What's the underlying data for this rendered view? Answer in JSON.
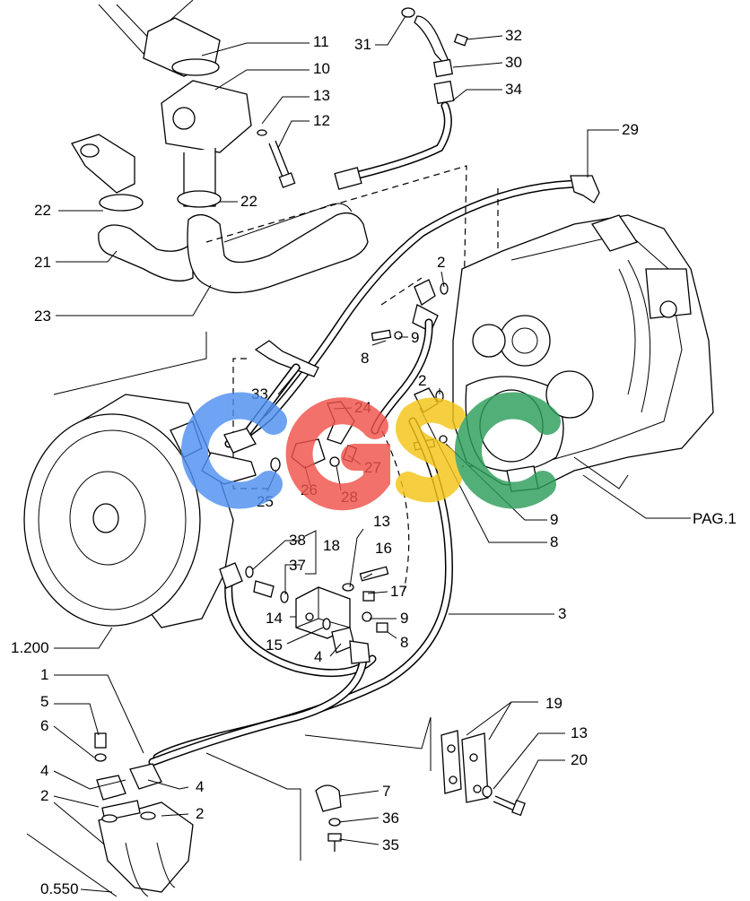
{
  "labels": {
    "p11": "11",
    "p10": "10",
    "p13a": "13",
    "p12": "12",
    "p22a": "22",
    "p22b": "22",
    "p21": "21",
    "p23": "23",
    "p31": "31",
    "p32": "32",
    "p30": "30",
    "p34": "34",
    "p29": "29",
    "p2a": "2",
    "p9a": "9",
    "p8a": "8",
    "p2b": "2",
    "p33": "33",
    "p24": "24",
    "p27": "27",
    "p25": "25",
    "p26": "26",
    "p28": "28",
    "p9b": "9",
    "p8b": "8",
    "pag1": "PAG.1",
    "p38": "38",
    "p37": "37",
    "p18": "18",
    "p13b": "13",
    "p16": "16",
    "p17": "17",
    "p14": "14",
    "p9c": "9",
    "p15": "15",
    "p8c": "8",
    "p4a": "4",
    "p3": "3",
    "p1200": "1.200",
    "p1": "1",
    "p5": "5",
    "p6": "6",
    "p4b": "4",
    "p4c": "4",
    "p2c": "2",
    "p2d": "2",
    "p0550": "0.550",
    "p19": "19",
    "p13c": "13",
    "p20": "20",
    "p7": "7",
    "p36": "36",
    "p35": "35"
  },
  "watermark": {
    "letters": [
      "C",
      "G",
      "S",
      "C"
    ],
    "colors": [
      "#4f8ff0",
      "#f0524a",
      "#f5c518",
      "#2e9e5b"
    ]
  }
}
